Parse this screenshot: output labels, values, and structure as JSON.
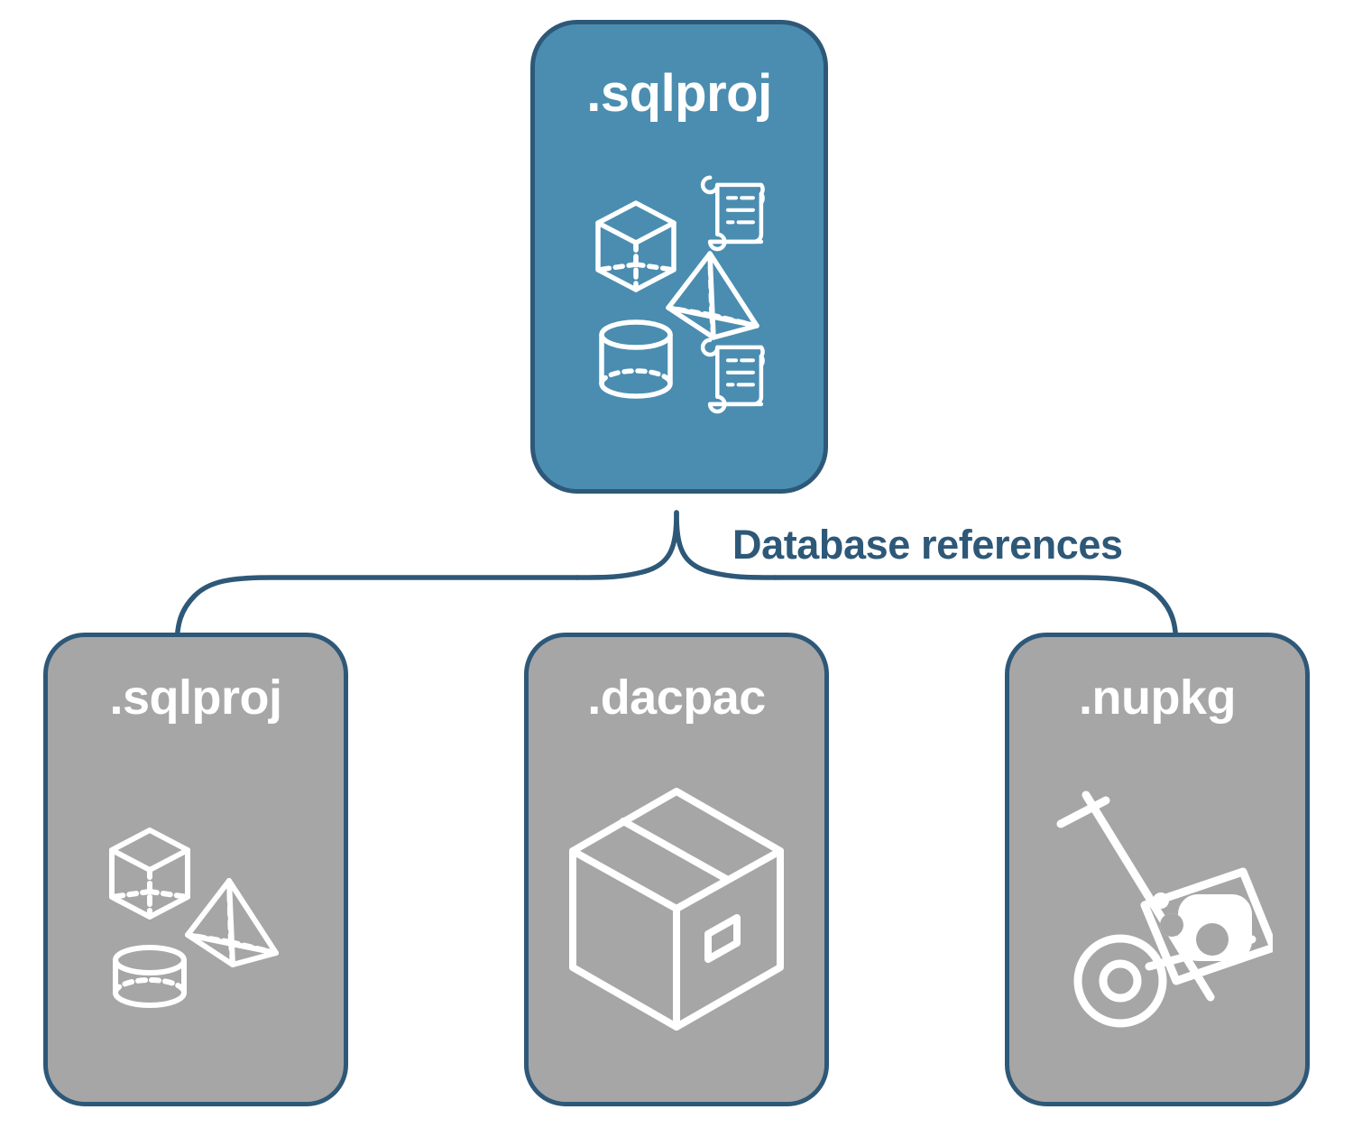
{
  "diagram": {
    "title": "SQL database project database references",
    "background_color": "#ffffff",
    "accent_color": "#4a8db0",
    "outline_color": "#2e5878",
    "neutral_color": "#a6a6a6",
    "icon_color": "#ffffff"
  },
  "root_card": {
    "label": ".sqlproj",
    "fill": "#4a8db0",
    "icons": [
      "cube-icon",
      "pyramid-icon",
      "cylinder-icon",
      "scroll-icon",
      "scroll-icon"
    ]
  },
  "connector": {
    "label": "Database references",
    "color": "#2e5878",
    "style": "curly-brace"
  },
  "reference_cards": [
    {
      "label": ".sqlproj",
      "fill": "#a6a6a6",
      "icons": [
        "cube-icon",
        "pyramid-icon",
        "cylinder-icon"
      ]
    },
    {
      "label": ".dacpac",
      "fill": "#a6a6a6",
      "icons": [
        "package-box-icon"
      ]
    },
    {
      "label": ".nupkg",
      "fill": "#a6a6a6",
      "icons": [
        "hand-truck-icon",
        "nuget-package-icon"
      ]
    }
  ]
}
